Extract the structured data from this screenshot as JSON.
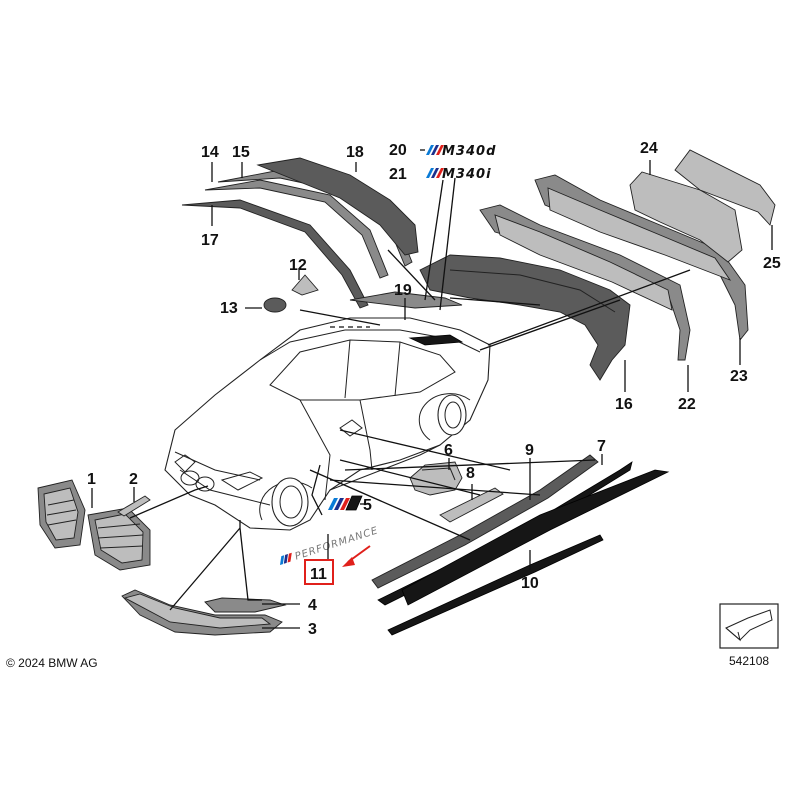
{
  "callouts": {
    "c1": "1",
    "c2": "2",
    "c3": "3",
    "c4": "4",
    "c5": "5",
    "c6": "6",
    "c7": "7",
    "c8": "8",
    "c9": "9",
    "c10": "10",
    "c11": "11",
    "c12": "12",
    "c13": "13",
    "c14": "14",
    "c15": "15",
    "c16": "16",
    "c17": "17",
    "c18": "18",
    "c19": "19",
    "c20": "20",
    "c21": "21",
    "c22": "22",
    "c23": "23",
    "c24": "24",
    "c25": "25"
  },
  "badges": {
    "m340d": "M340d",
    "m340i": "M340i",
    "performance": "PERFORMANCE"
  },
  "highlight": {
    "callout": "11",
    "box_color": "#e0201b",
    "arrow_color": "#e0201b"
  },
  "footer": {
    "copyright": "© 2024 BMW AG",
    "diagram_number": "542108"
  },
  "colors": {
    "m_light_blue": "#0a7bd6",
    "m_dark_blue": "#1c2f8c",
    "m_red": "#e0201b"
  }
}
